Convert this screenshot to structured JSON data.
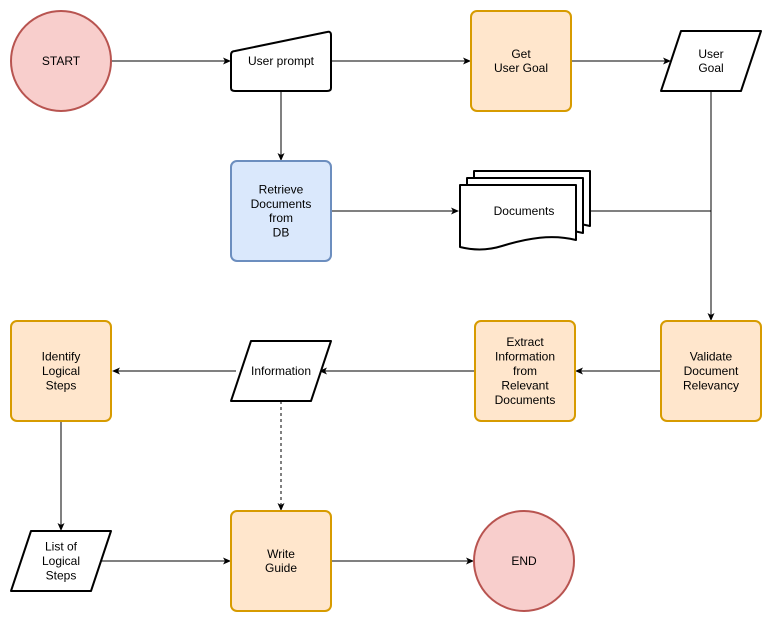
{
  "colors": {
    "terminal_fill": "#f8cecc",
    "terminal_stroke": "#b85450",
    "process_fill": "#ffe6cc",
    "process_stroke": "#d79b00",
    "db_fill": "#dae8fc",
    "db_stroke": "#6c8ebf",
    "line": "#000000",
    "shape_fill": "#ffffff"
  },
  "nodes": {
    "start": {
      "lines": [
        "START"
      ]
    },
    "user_prompt": {
      "lines": [
        "User prompt"
      ]
    },
    "get_user_goal": {
      "lines": [
        "Get",
        "User Goal"
      ]
    },
    "user_goal": {
      "lines": [
        "User",
        "Goal"
      ]
    },
    "retrieve_documents": {
      "lines": [
        "Retrieve",
        "Documents",
        "from",
        "DB"
      ]
    },
    "documents": {
      "lines": [
        "Documents"
      ]
    },
    "validate_relevancy": {
      "lines": [
        "Validate",
        "Document",
        "Relevancy"
      ]
    },
    "extract_information": {
      "lines": [
        "Extract",
        "Information",
        "from",
        "Relevant",
        "Documents"
      ]
    },
    "information": {
      "lines": [
        "Information"
      ]
    },
    "identify_steps": {
      "lines": [
        "Identify",
        "Logical",
        "Steps"
      ]
    },
    "list_of_steps": {
      "lines": [
        "List of",
        "Logical",
        "Steps"
      ]
    },
    "write_guide": {
      "lines": [
        "Write",
        "Guide"
      ]
    },
    "end": {
      "lines": [
        "END"
      ]
    }
  }
}
